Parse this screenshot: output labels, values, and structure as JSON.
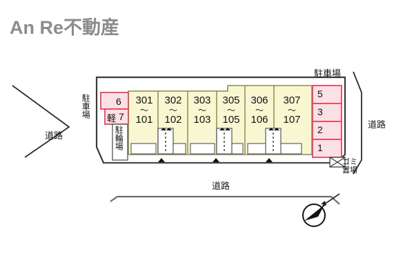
{
  "header": {
    "company_title": "An Re不動産",
    "title_color": "#8c8c8c"
  },
  "colors": {
    "unit_fill": "#f9f7d2",
    "unit_border": "#8a8a5a",
    "parking_fill": "#fbe0e6",
    "parking_border": "#e8455f",
    "site_outline": "#3a3a3a",
    "road_line": "#555555",
    "balcony_fill": "#ffffff",
    "text": "#111111"
  },
  "building": {
    "units": [
      {
        "upper": "301",
        "tilde": "〜",
        "lower": "101"
      },
      {
        "upper": "302",
        "tilde": "〜",
        "lower": "102"
      },
      {
        "upper": "303",
        "tilde": "〜",
        "lower": "103"
      },
      {
        "upper": "305",
        "tilde": "〜",
        "lower": "105"
      },
      {
        "upper": "306",
        "tilde": "〜",
        "lower": "106"
      },
      {
        "upper": "307",
        "tilde": "〜",
        "lower": "107"
      }
    ]
  },
  "parking_right": {
    "header_label": "駐車場",
    "stalls": [
      {
        "number": "5"
      },
      {
        "number": "3"
      },
      {
        "number": "2"
      },
      {
        "number": "1"
      }
    ]
  },
  "parking_left": {
    "label": "駐車場",
    "stall_6": "6",
    "kei_prefix": "軽",
    "stall_7": "7"
  },
  "bicycle_parking": {
    "label": "駐輪場"
  },
  "garbage": {
    "label_line1": "ゴミ",
    "label_line2": "置場"
  },
  "roads": {
    "left": "道路",
    "right": "道路",
    "bottom": "道路"
  },
  "compass": {
    "name": "north-arrow"
  }
}
